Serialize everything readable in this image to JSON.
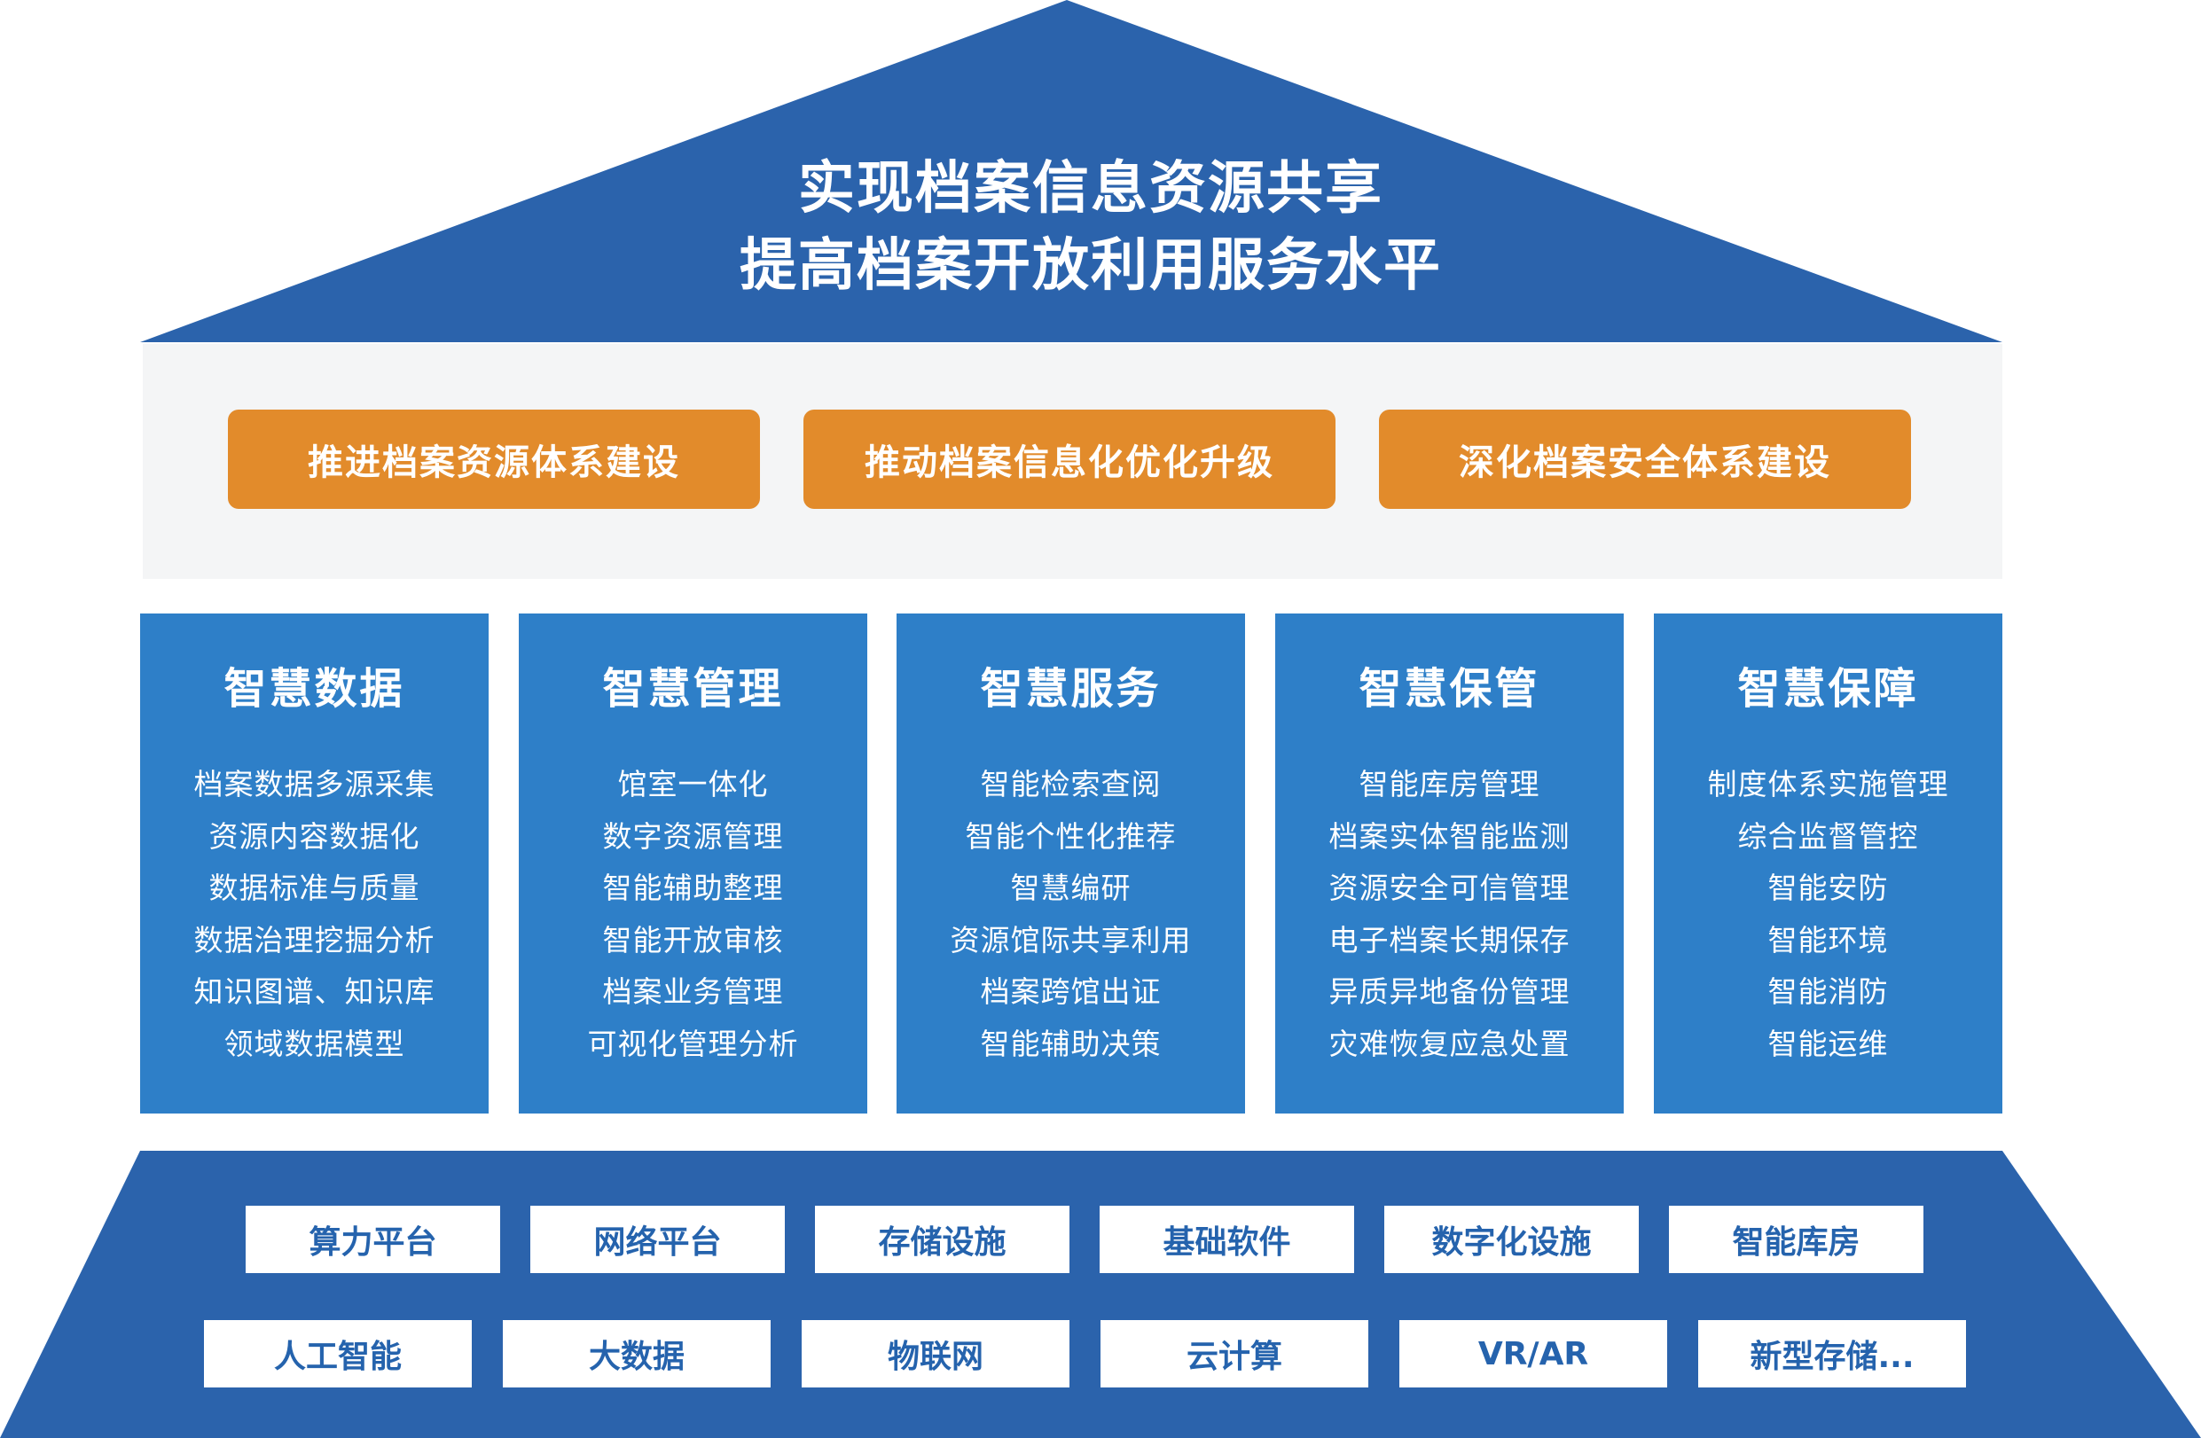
{
  "colors": {
    "roof": "#2B63AC",
    "beam_band": "#F4F5F6",
    "goal_button": "#E28B2B",
    "pillar": "#2E7FC8",
    "base": "#2B63AC",
    "infra_text": "#2563AD"
  },
  "roof": {
    "line1": "实现档案信息资源共享",
    "line2": "提高档案开放利用服务水平"
  },
  "goals": [
    "推进档案资源体系建设",
    "推动档案信息化优化升级",
    "深化档案安全体系建设"
  ],
  "pillars": [
    {
      "title": "智慧数据",
      "items": [
        "档案数据多源采集",
        "资源内容数据化",
        "数据标准与质量",
        "数据治理挖掘分析",
        "知识图谱、知识库",
        "领域数据模型"
      ]
    },
    {
      "title": "智慧管理",
      "items": [
        "馆室一体化",
        "数字资源管理",
        "智能辅助整理",
        "智能开放审核",
        "档案业务管理",
        "可视化管理分析"
      ]
    },
    {
      "title": "智慧服务",
      "items": [
        "智能检索查阅",
        "智能个性化推荐",
        "智慧编研",
        "资源馆际共享利用",
        "档案跨馆出证",
        "智能辅助决策"
      ]
    },
    {
      "title": "智慧保管",
      "items": [
        "智能库房管理",
        "档案实体智能监测",
        "资源安全可信管理",
        "电子档案长期保存",
        "异质异地备份管理",
        "灾难恢复应急处置"
      ]
    },
    {
      "title": "智慧保障",
      "items": [
        "制度体系实施管理",
        "综合监督管控",
        "智能安防",
        "智能环境",
        "智能消防",
        "智能运维"
      ]
    }
  ],
  "infrastructure": {
    "row1": [
      "算力平台",
      "网络平台",
      "存储设施",
      "基础软件",
      "数字化设施",
      "智能库房"
    ],
    "row2": [
      "人工智能",
      "大数据",
      "物联网",
      "云计算",
      "VR/AR",
      "新型存储..."
    ]
  }
}
